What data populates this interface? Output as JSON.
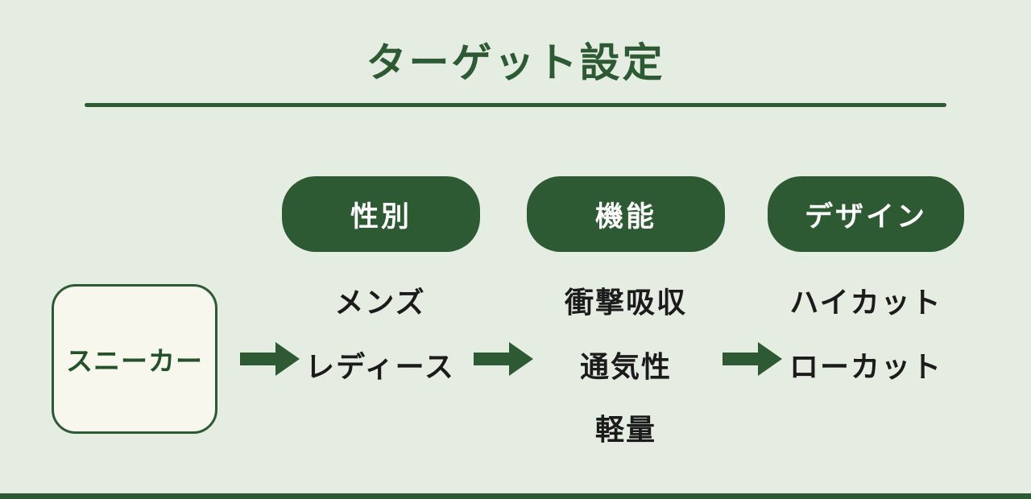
{
  "title": "ターゲット設定",
  "source_box": {
    "label": "スニーカー"
  },
  "columns": [
    {
      "header": "性別",
      "items": [
        "メンズ",
        "レディース"
      ]
    },
    {
      "header": "機能",
      "items": [
        "衝撃吸収",
        "通気性",
        "軽量"
      ]
    },
    {
      "header": "デザイン",
      "items": [
        "ハイカット",
        "ローカット"
      ]
    }
  ],
  "icons": {
    "arrow": "right-arrow"
  },
  "colors": {
    "background": "#e5ede3",
    "accent_green": "#2d5a33",
    "box_fill": "#f7f7ee",
    "item_text": "#1b1b1b",
    "header_text": "#ffffff"
  }
}
